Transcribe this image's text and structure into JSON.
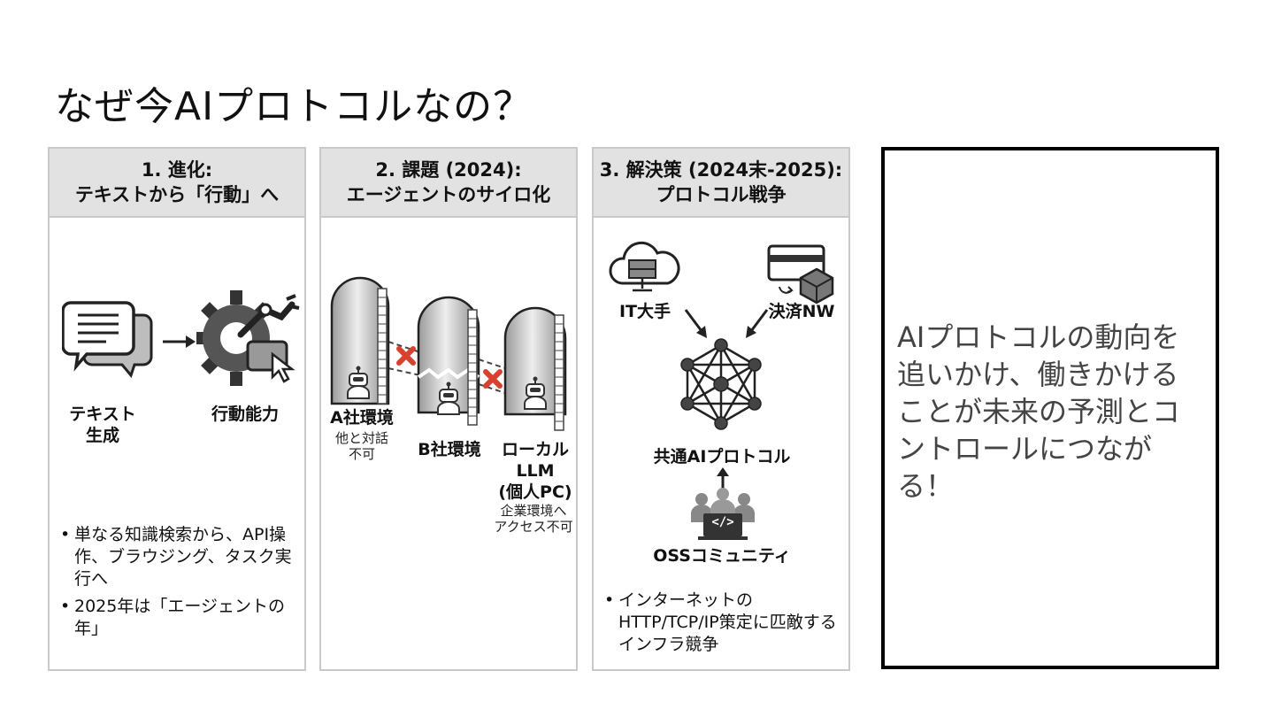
{
  "title": "なぜ今AIプロトコルなの？",
  "panels": [
    {
      "heading_line1": "1. 進化:",
      "heading_line2": "テキストから「行動」へ",
      "label_text_gen": "テキスト\n生成",
      "label_action": "行動能力",
      "bullets": [
        "単なる知識検索から、API操作、ブラウジング、タスク実行へ",
        "2025年は「エージェントの年」"
      ]
    },
    {
      "heading_line1": "2. 課題 (2024):",
      "heading_line2": "エージェントのサイロ化",
      "silo_a": "A社環境",
      "silo_a_note": "他と対話\n不可",
      "silo_b": "B社環境",
      "silo_c": "ローカル\nLLM\n(個人PC)",
      "silo_c_note": "企業環境へ\nアクセス不可"
    },
    {
      "heading_line1": "3. 解決策 (2024末-2025):",
      "heading_line2": "プロトコル戦争",
      "it_label": "IT大手",
      "pay_label": "決済NW",
      "hub_label": "共通AIプロトコル",
      "oss_label": "OSSコミュニティ",
      "code_glyph": "</>",
      "bullets": [
        "インターネットのHTTP/TCP/IP策定に匹敵するインフラ競争"
      ]
    }
  ],
  "callout_text": "AIプロトコルの動向を追いかけ、働きかけることが未来の予測とコントロールにつながる！"
}
